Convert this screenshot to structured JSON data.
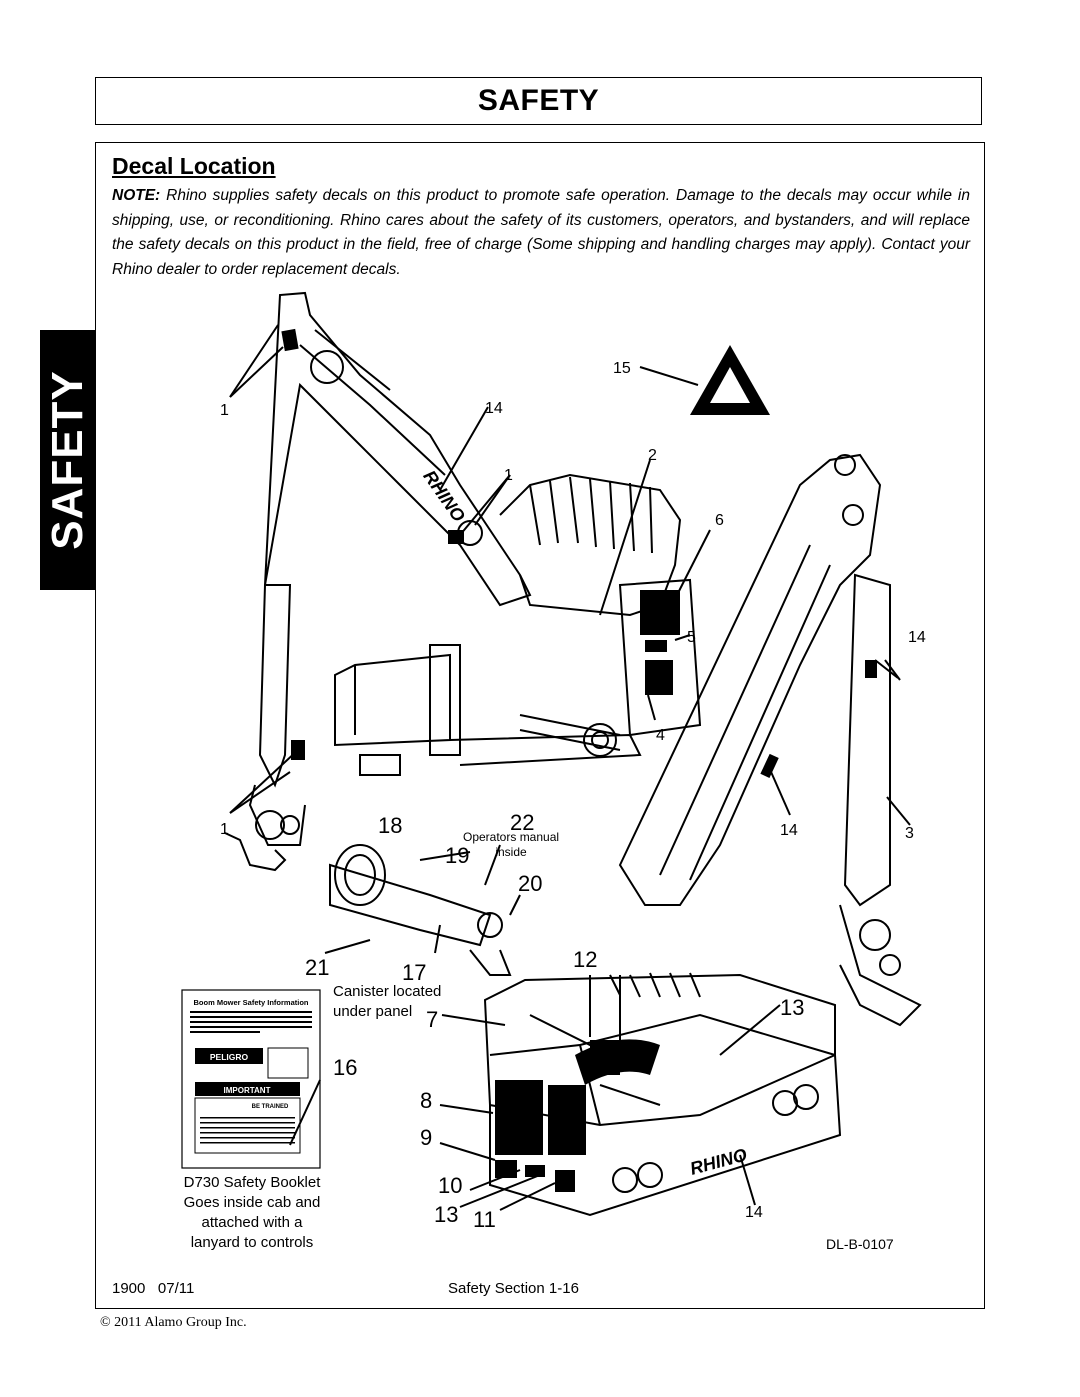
{
  "header": {
    "title": "SAFETY"
  },
  "side_tab": {
    "label": "SAFETY"
  },
  "section": {
    "title": "Decal Location"
  },
  "note": {
    "prefix": "NOTE:",
    "text": " Rhino supplies safety decals on this product to promote safe operation. Damage to the decals may occur while in shipping, use, or reconditioning. Rhino cares about the safety of its customers, operators, and bystanders, and will replace the safety decals on this product in the field, free of charge (Some shipping and handling charges may apply). Contact your Rhino dealer to order replacement decals."
  },
  "figure": {
    "callouts": [
      "1",
      "14",
      "1",
      "15",
      "2",
      "6",
      "5",
      "4",
      "14",
      "14",
      "3",
      "1",
      "18",
      "22",
      "19",
      "20",
      "21",
      "17",
      "12",
      "13",
      "7",
      "16",
      "8",
      "9",
      "10",
      "13",
      "11",
      "14"
    ],
    "operators_manual": [
      "Operators manual",
      "inside"
    ],
    "canister_note": [
      "Canister located",
      "under panel"
    ],
    "booklet_note": [
      "D730 Safety Booklet",
      "Goes inside cab and",
      "attached with a",
      "lanyard to controls"
    ],
    "booklet_card": {
      "title": "Boom Mower Safety Information",
      "peligro": "PELIGRO",
      "important": "IMPORTANT",
      "be_trained": "BE TRAINED"
    },
    "brand_mark": "RHINO",
    "drawing_code": "DL-B-0107"
  },
  "footer": {
    "model": "1900",
    "date": "07/11",
    "section": "Safety Section 1-16",
    "copyright": "© 2011 Alamo Group Inc."
  }
}
